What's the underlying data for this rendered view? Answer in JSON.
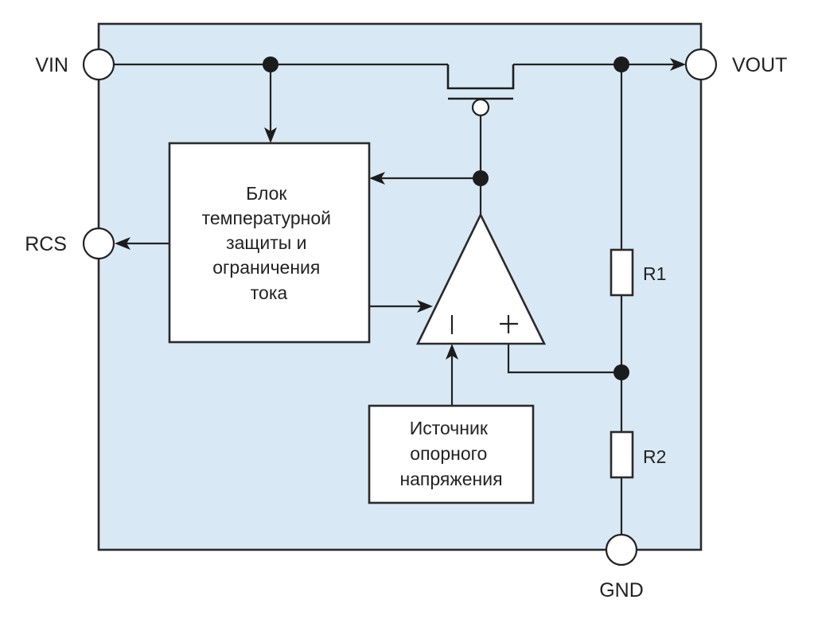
{
  "diagram": {
    "title": "Структурная схема линейного стабилизатора напряжения",
    "colors": {
      "chip_fill": "#d8e9f5",
      "line": "#222222",
      "block_fill": "#ffffff"
    },
    "pins": {
      "vin": "VIN",
      "vout": "VOUT",
      "rcs": "RCS",
      "gnd": "GND"
    },
    "blocks": {
      "protection": {
        "lines": [
          "Блок",
          "температурной",
          "защиты и",
          "ограничения",
          "тока"
        ]
      },
      "reference": {
        "lines": [
          "Источник",
          "опорного",
          "напряжения"
        ]
      }
    },
    "opamp": {
      "inverting_symbol": "I",
      "noninverting_symbol": "+"
    },
    "resistors": {
      "r1": "R1",
      "r2": "R2"
    }
  }
}
